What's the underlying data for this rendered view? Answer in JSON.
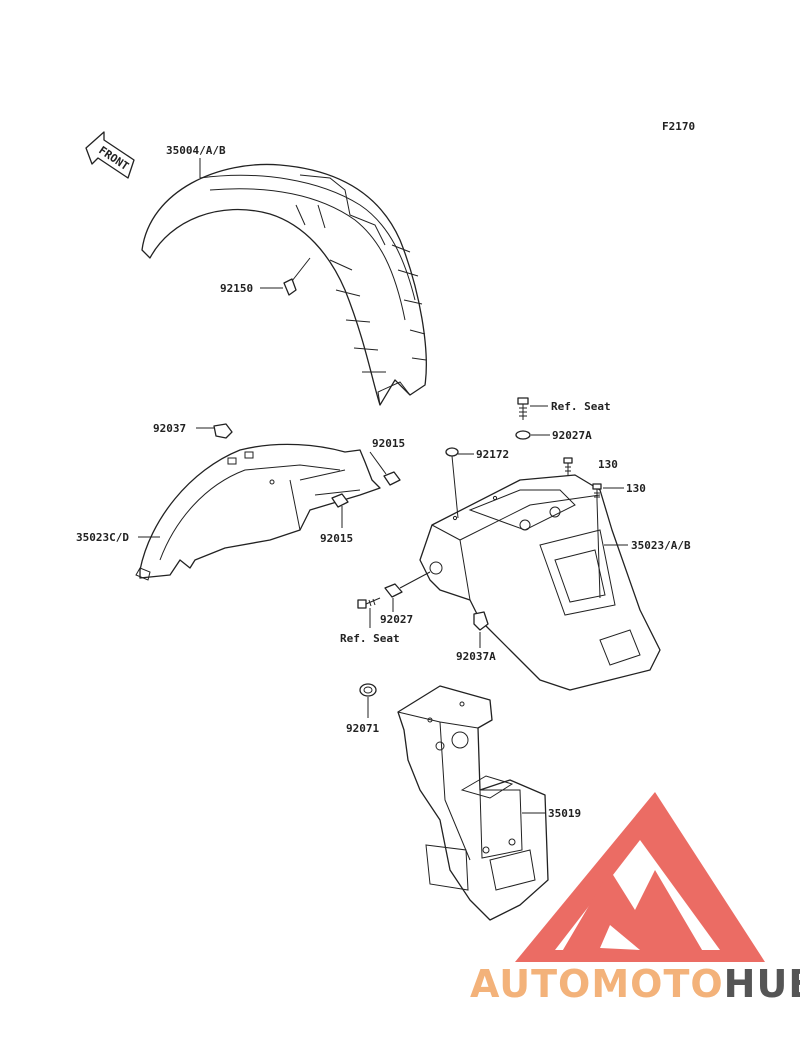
{
  "figure_code": "F2170",
  "front_arrow": "FRONT",
  "callouts": {
    "rear_fender": "35004/A/B",
    "bolt_92150": "92150",
    "clip_92037": "92037",
    "nut_92015_top": "92015",
    "nut_92015_bottom": "92015",
    "inner_fender": "35023C/D",
    "bolt_ref_seat_top": "Ref. Seat",
    "washer_92027A": "92027A",
    "screw_92172": "92172",
    "bolt_130_a": "130",
    "bolt_130_b": "130",
    "front_fender": "35023/A/B",
    "washer_92027": "92027",
    "bolt_ref_seat_bottom": "Ref. Seat",
    "clip_92037A": "92037A",
    "grommet_92071": "92071",
    "bracket_35019": "35019"
  },
  "watermark": {
    "part1": "AUTOMOTO",
    "part2": "HUB",
    "color1": "#f3b27a",
    "color2": "#555555",
    "logo_color": "#e8534a"
  }
}
